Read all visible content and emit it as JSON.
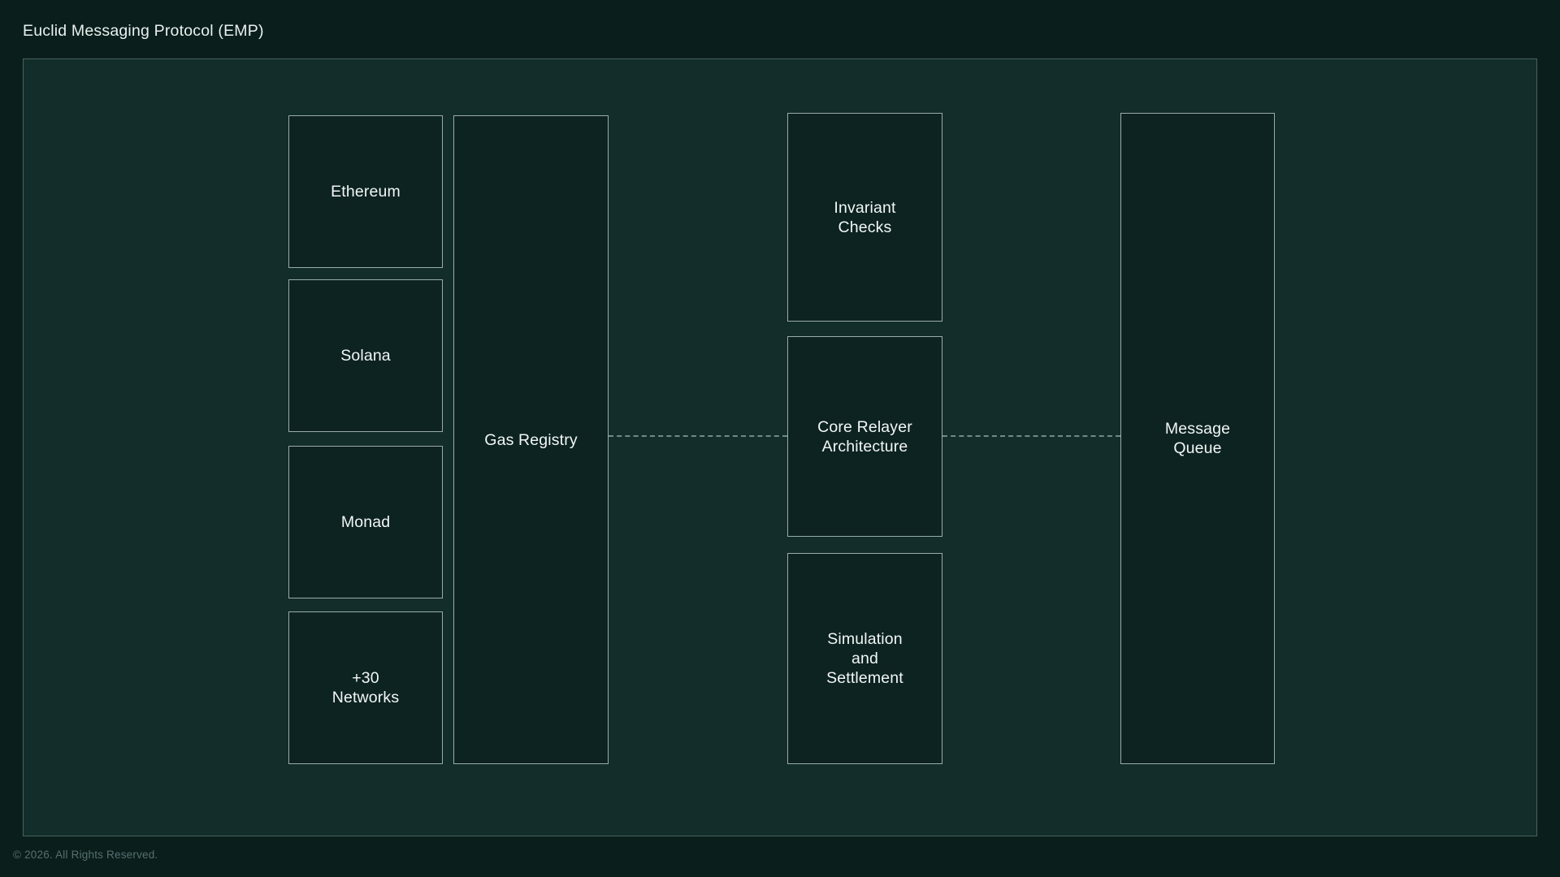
{
  "header": {
    "title": "Euclid Messaging Protocol (EMP)"
  },
  "footer": {
    "copyright": "© 2026. All Rights Reserved."
  },
  "colors": {
    "page_background": "#0a1e1c",
    "panel_background": "#132d2b",
    "node_background": "#0c2321",
    "node_border": "#9aaba8",
    "panel_border": "#48625f",
    "text_primary": "#f2f7f6",
    "text_muted": "#55706d",
    "connector": "#6f8b88"
  },
  "diagram": {
    "columns": [
      {
        "name": "source-networks",
        "nodes": [
          {
            "id": "ethereum",
            "label": "Ethereum"
          },
          {
            "id": "solana",
            "label": "Solana"
          },
          {
            "id": "monad",
            "label": "Monad"
          },
          {
            "id": "networks",
            "label": "+30\nNetworks"
          }
        ]
      },
      {
        "name": "gas-registry",
        "nodes": [
          {
            "id": "gas-registry",
            "label": "Gas Registry"
          }
        ]
      },
      {
        "name": "relayer-stack",
        "nodes": [
          {
            "id": "invariant-checks",
            "label": "Invariant\nChecks"
          },
          {
            "id": "core-relayer",
            "label": "Core Relayer\nArchitecture"
          },
          {
            "id": "simulation",
            "label": "Simulation\nand\nSettlement"
          }
        ]
      },
      {
        "name": "message-queue",
        "nodes": [
          {
            "id": "message-queue",
            "label": "Message\nQueue"
          }
        ]
      }
    ],
    "connectors": [
      {
        "id": "gas-to-relayer",
        "from": "gas-registry",
        "to": "core-relayer",
        "style": "dashed"
      },
      {
        "id": "relayer-to-queue",
        "from": "core-relayer",
        "to": "message-queue",
        "style": "dashed"
      }
    ]
  }
}
